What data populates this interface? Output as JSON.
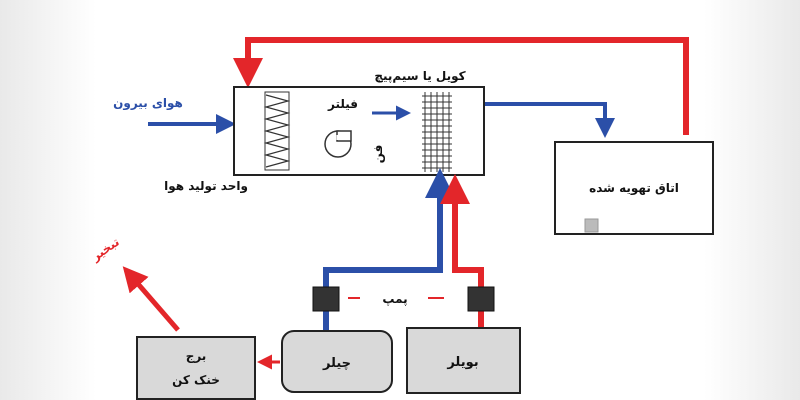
{
  "labels": {
    "outside_air": "هوای بیرون",
    "coil": "کویل یا سیم‌پیچ",
    "filter": "فیلتر",
    "fan": "فن",
    "air_handling_unit": "واحد تولید هوا",
    "conditioned_room": "اتاق تهویه شده",
    "evaporation": "تبخیر",
    "pump": "پمپ",
    "cooling_tower_line1": "برج",
    "cooling_tower_line2": "خنک کن",
    "chiller": "چیلر",
    "boiler": "بویلر"
  },
  "colors": {
    "supply_red": "#e3262a",
    "return_blue": "#2b4fa8",
    "equipment_fill": "#d9d9d9",
    "pump_fill": "#333333",
    "text": "#111111"
  }
}
